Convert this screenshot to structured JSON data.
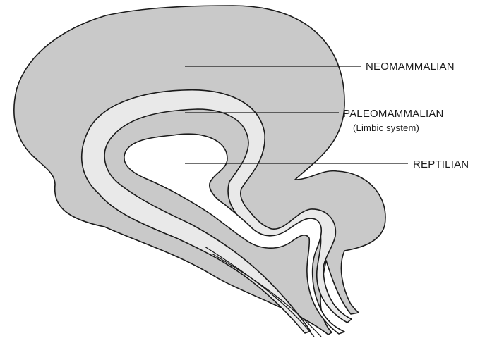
{
  "colors": {
    "neomammalian_fill": "#c9c9c9",
    "paleomammalian_fill": "#e9e9e9",
    "reptilian_fill": "#ffffff",
    "outline": "#1a1a1a"
  },
  "labels": {
    "neomammalian": "NEOMAMMALIAN",
    "paleomammalian": "PALEOMAMMALIAN",
    "paleomammalian_sub": "(Limbic system)",
    "reptilian": "REPTILIAN"
  }
}
